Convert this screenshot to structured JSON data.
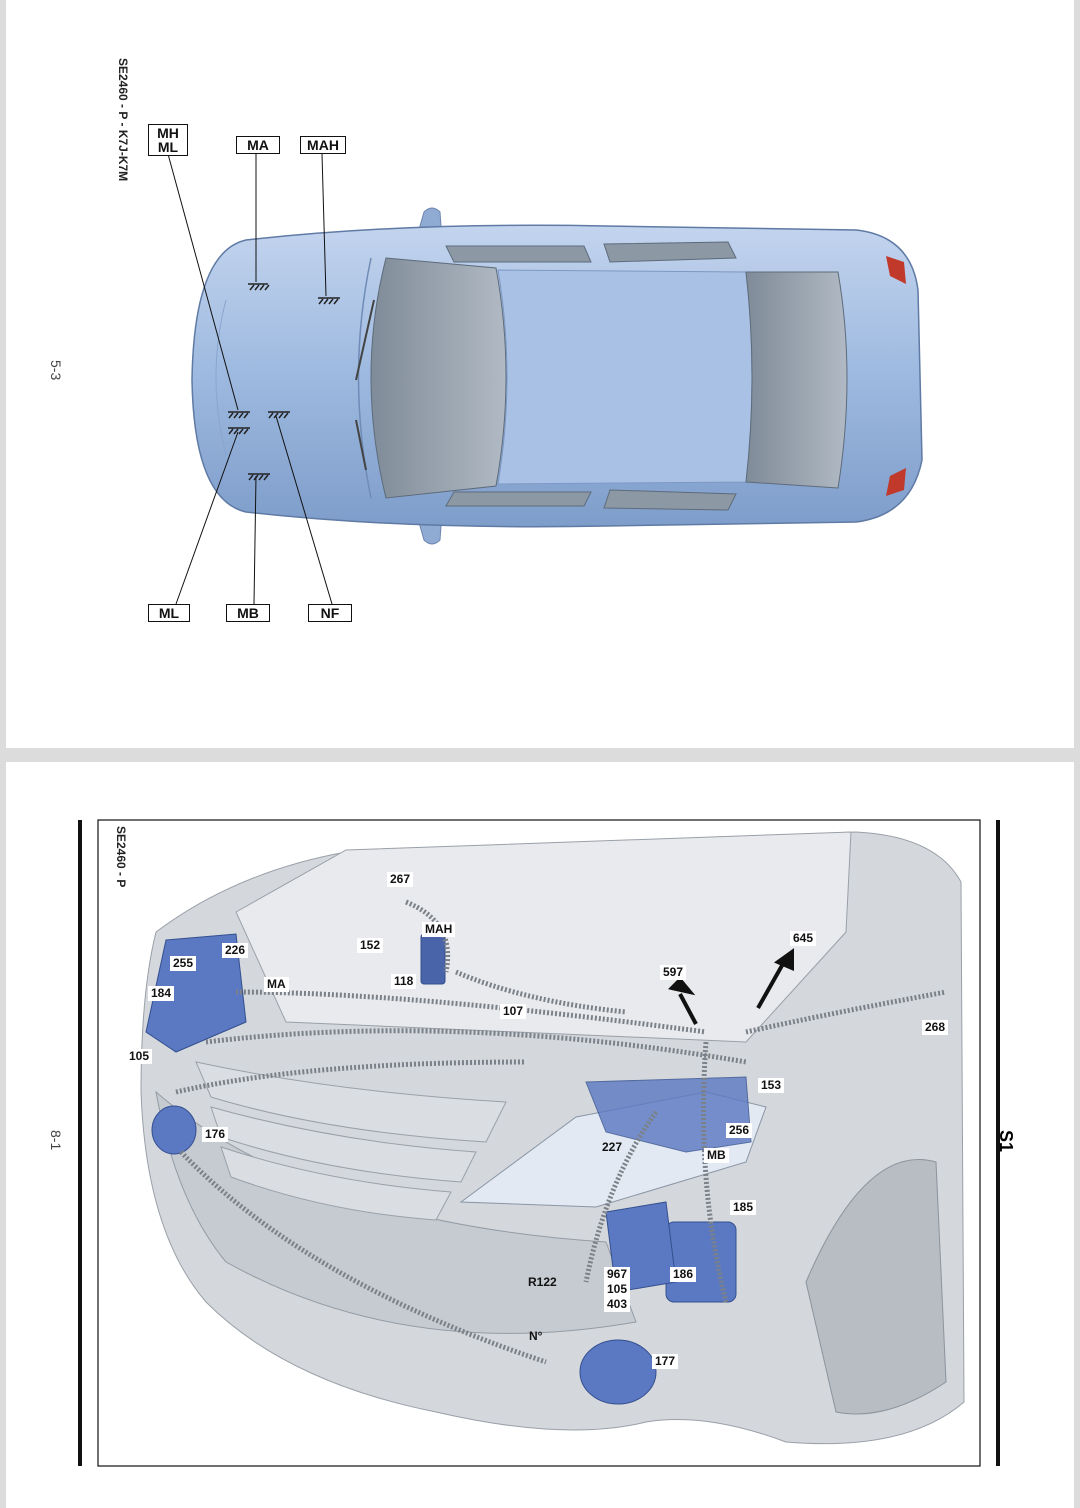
{
  "page_top": {
    "ref_code": "SE2460 - P - K7J-K7M",
    "page_number": "5-3",
    "labels": {
      "mh_ml_line1": "MH",
      "mh_ml_line2": "ML",
      "ma": "MA",
      "mah": "MAH",
      "ml": "ML",
      "mb": "MB",
      "nf": "NF"
    }
  },
  "page_bottom": {
    "ref_code": "SE2460 - P",
    "page_number": "8-1",
    "section": "S1",
    "callouts": {
      "c267": "267",
      "c152": "152",
      "cMAH": "MAH",
      "c118": "118",
      "c226": "226",
      "c255": "255",
      "c184": "184",
      "cMA": "MA",
      "c105a": "105",
      "c107": "107",
      "c645": "645",
      "c597": "597",
      "c268": "268",
      "c153": "153",
      "c176": "176",
      "c256": "256",
      "c227": "227",
      "cMB": "MB",
      "c185": "185",
      "c186": "186",
      "cR122": "R122",
      "c967": "967",
      "c105b": "105",
      "c403": "403",
      "cN": "N°",
      "c177": "177"
    }
  },
  "colors": {
    "car_body": "#9db9df",
    "car_dark": "#7d9cc9",
    "glass": "#9aa6b4",
    "component_blue": "#5b78c2",
    "car_grey": "#d4d8dd",
    "tail_light": "#c0392b"
  }
}
